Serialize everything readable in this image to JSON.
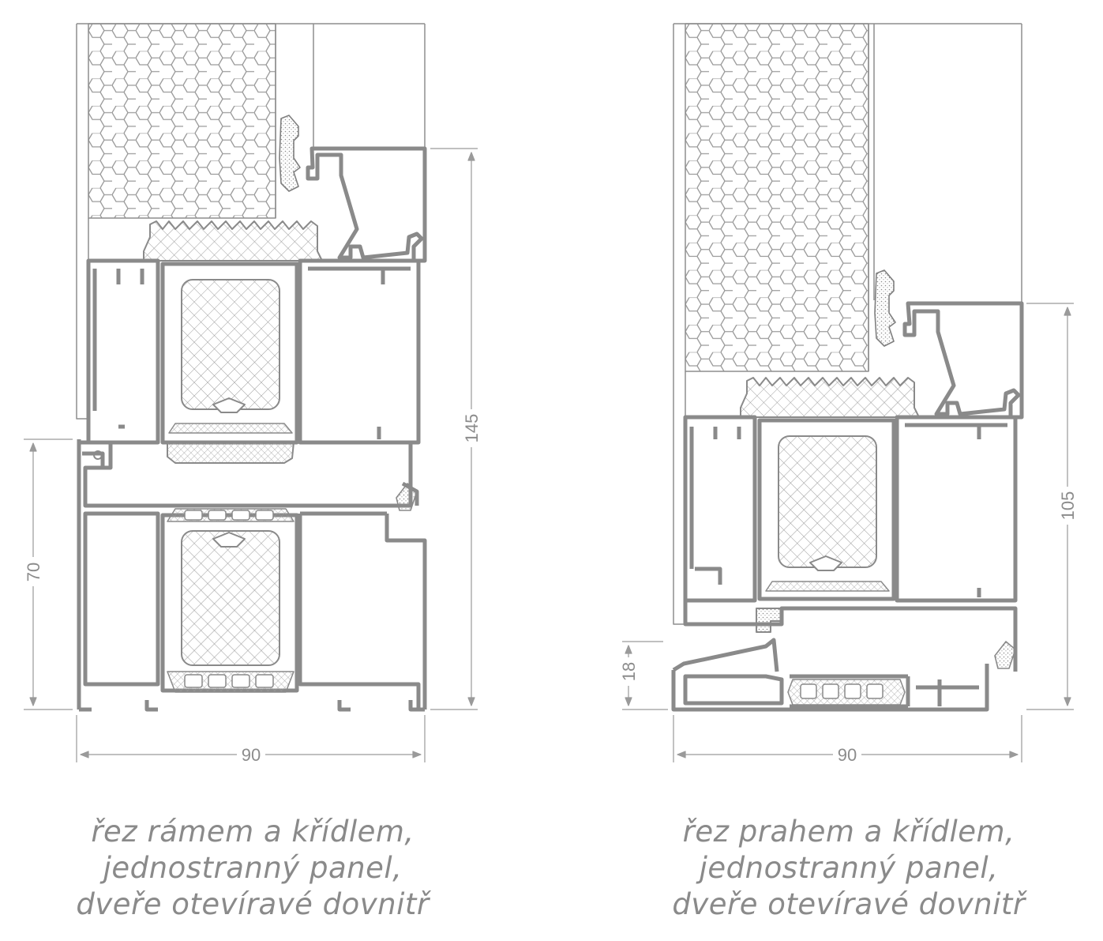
{
  "left_section": {
    "dimensions": {
      "width": "90",
      "height": "145",
      "leaf_height": "70"
    },
    "caption": [
      "řez rámem a křídlem,",
      "jednostranný panel,",
      "dveře otevíravé dovnitř"
    ]
  },
  "right_section": {
    "dimensions": {
      "width": "90",
      "height": "105",
      "sill_height": "18"
    },
    "caption": [
      "řez prahem a křídlem,",
      "jednostranný panel,",
      "dveře otevíravé dovnitř"
    ]
  }
}
